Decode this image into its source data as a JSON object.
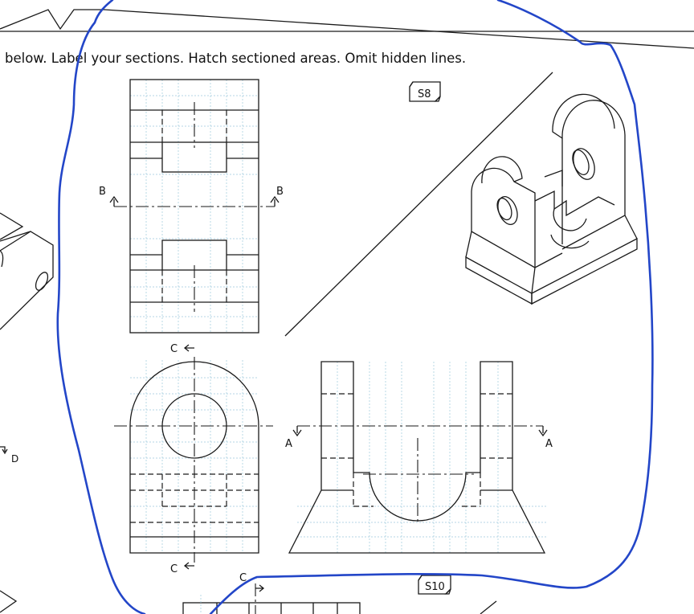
{
  "instructions": "below. Label your sections. Hatch sectioned areas. Omit hidden lines.",
  "problem_tags": {
    "upper": "S8",
    "lower": "S10"
  },
  "section_labels": {
    "b_left": "B",
    "b_right": "B",
    "a_left": "A",
    "a_right": "A",
    "c_top": "C",
    "c_bottom": "C",
    "c_lower": "C",
    "d_side": "D"
  },
  "colors": {
    "line": "#1a1a1a",
    "grid": "#9cc9dc",
    "ink": "#2346c8"
  }
}
